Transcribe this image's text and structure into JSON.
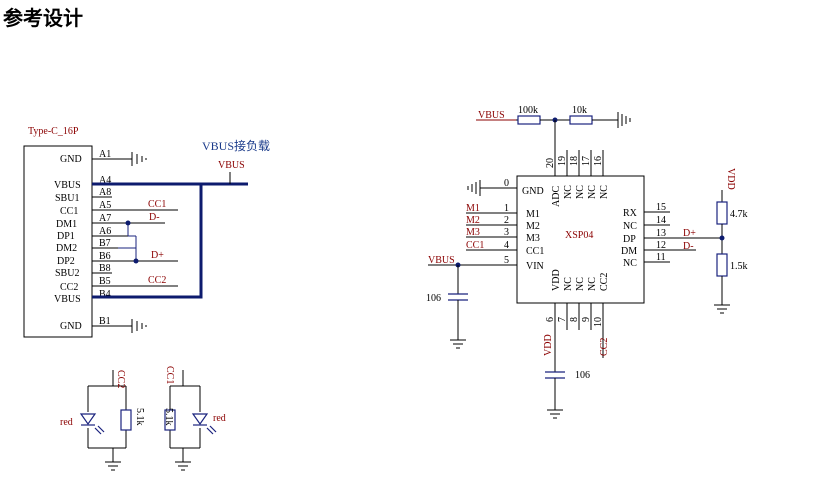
{
  "title": "参考设计",
  "connector": {
    "name": "Type-C_16P",
    "left_labels": [
      "GND",
      "VBUS",
      "SBU1",
      "CC1",
      "DM1",
      "DP1",
      "DM2",
      "DP2",
      "SBU2",
      "CC2",
      "VBUS",
      "GND"
    ],
    "pins": [
      "A1",
      "A4",
      "A8",
      "A5",
      "A7",
      "A6",
      "B7",
      "B6",
      "B8",
      "B5",
      "B4",
      "B1"
    ],
    "net_cc1": "CC1",
    "net_dminus": "D-",
    "net_dplus": "D+",
    "net_cc2": "CC2",
    "load_label": "VBUS接负载",
    "vbus_label": "VBUS"
  },
  "leds": {
    "left": {
      "net": "CC2",
      "led": "red",
      "res": "5.1k"
    },
    "right": {
      "net": "CC1",
      "led": "red",
      "res": "5.1k"
    }
  },
  "ic": {
    "name": "XSP04",
    "top_nums": [
      "20",
      "19",
      "18",
      "17",
      "16"
    ],
    "top_labels": [
      "ADC",
      "NC",
      "NC",
      "NC",
      "NC"
    ],
    "left_nums": [
      "0",
      "1",
      "2",
      "3",
      "4",
      "5"
    ],
    "left_labels": [
      "GND",
      "M1",
      "M2",
      "M3",
      "CC1",
      "VIN"
    ],
    "left_nets": [
      "M1",
      "M2",
      "M3",
      "CC1"
    ],
    "right_nums": [
      "15",
      "14",
      "13",
      "12",
      "11"
    ],
    "right_labels": [
      "RX",
      "NC",
      "DP",
      "DM",
      "NC"
    ],
    "bottom_nums": [
      "6",
      "7",
      "8",
      "9",
      "10"
    ],
    "bottom_labels": [
      "VDD",
      "NC",
      "NC",
      "NC",
      "CC2"
    ],
    "vbus": "VBUS",
    "r_top1": "100k",
    "r_top2": "10k",
    "cap_left": "106",
    "cap_bottom": "106",
    "vdd_bottom": "VDD",
    "cc2_bottom": "CC2",
    "vdd_right": "VDD",
    "r_right1": "4.7k",
    "r_right2": "1.5k",
    "dplus": "D+",
    "dminus": "D-"
  }
}
